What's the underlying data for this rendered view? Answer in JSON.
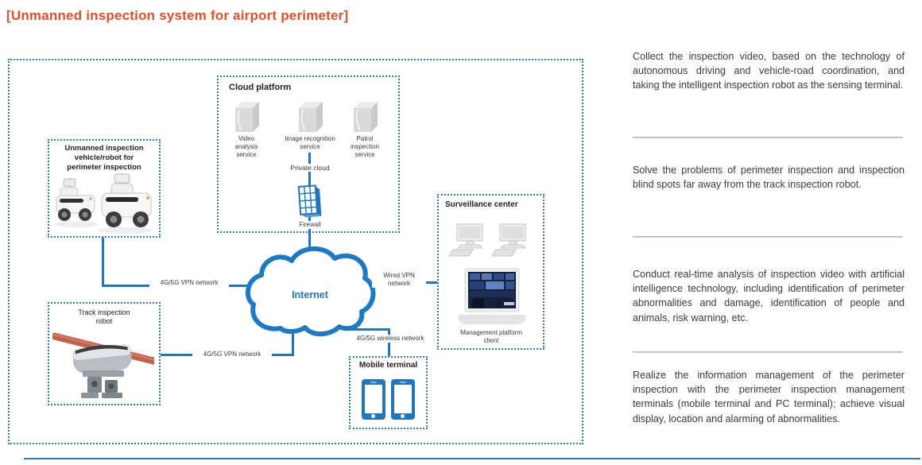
{
  "title": "[Unmanned inspection system for airport perimeter]",
  "diagram": {
    "cloud_platform": {
      "title": "Cloud platform",
      "services": [
        {
          "label": "Video\nanalysis\nservice"
        },
        {
          "label": "Image recognition\nservice"
        },
        {
          "label": "Patrol\ninspection\nservice"
        }
      ],
      "private_cloud": "Private cloud",
      "firewall": "Firewall"
    },
    "unmanned_box": {
      "title": "Unmanned inspection\nvehicle/robot for\nperimeter inspection"
    },
    "track_box": {
      "title": "Track inspection\nrobot"
    },
    "surveillance_box": {
      "title": "Surveillance center",
      "client_label": "Management platform\nclient"
    },
    "mobile_box": {
      "title": "Mobile terminal"
    },
    "internet": "Internet",
    "links": {
      "vpn_vehicle": "4G/5G VPN network",
      "vpn_track": "4G/5G VPN network",
      "wired": "Wired VPN\nnetwork",
      "wireless": "4G/5G wireless network"
    }
  },
  "panel": {
    "paragraphs": [
      "Collect the inspection video, based on the technology of autonomous driving and vehicle-road coordination, and taking the intelligent inspection robot as the sensing terminal.",
      "Solve the problems of perimeter inspection and inspection blind spots far away from the track inspection robot.",
      "Conduct real-time analysis of inspection video with artificial intelligence technology, including identification of perimeter abnormalities and damage, identification of people and animals, risk warning, etc.",
      "Realize the information management of the perimeter inspection with the perimeter inspection management terminals (mobile terminal and PC terminal); achieve visual display, location and alarming of abnormalities."
    ]
  },
  "colors": {
    "accent_red": "#e0502a",
    "diagram_blue": "#2176bc",
    "cloud_blue": "#1d79c2",
    "border_blue": "#2e76b8",
    "text_dark": "#3a3a3a",
    "divider_gray": "#c4c4c4",
    "icon_gray": "#d8d8d8"
  }
}
